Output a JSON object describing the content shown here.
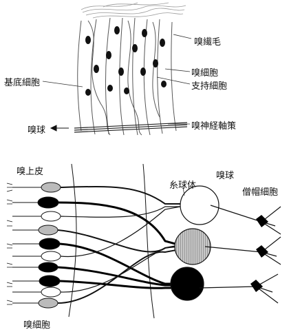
{
  "top_diagram": {
    "labels": {
      "cilia": "嗅繊毛",
      "olfactory_cell": "嗅細胞",
      "supporting_cell": "支持細胞",
      "basal_cell": "基底細胞",
      "bulb": "嗅球",
      "axon_bundle": "嗅神経軸策"
    }
  },
  "bottom_diagram": {
    "labels": {
      "epithelium": "嗅上皮",
      "glomerulus": "糸球体",
      "bulb": "嗅球",
      "mitral_cell": "僧帽細胞",
      "olfactory_cell": "嗅細胞"
    }
  },
  "colors": {
    "stroke": "#111111",
    "gray_fill": "#bbbbbb",
    "black_fill": "#000000"
  }
}
